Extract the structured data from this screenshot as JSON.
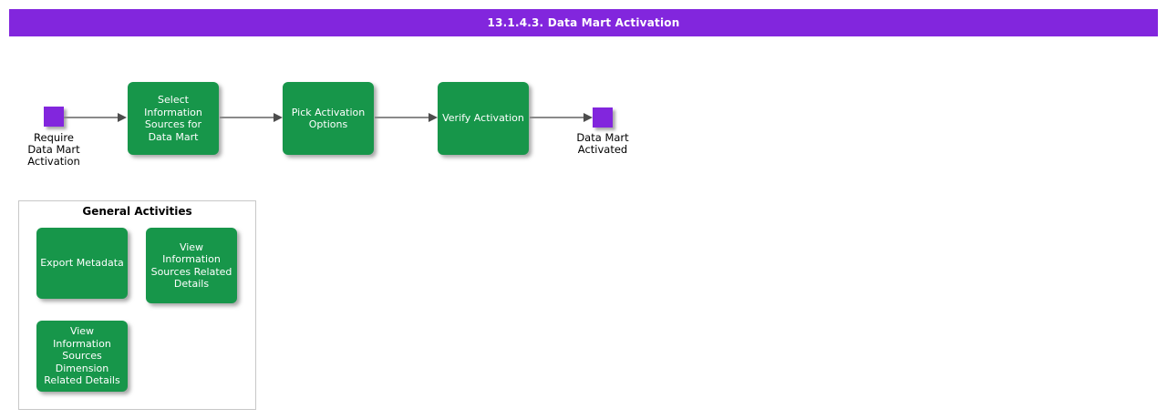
{
  "title_bar": {
    "text": "13.1.4.3. Data Mart Activation"
  },
  "colors": {
    "header_purple": "#8226DD",
    "event_purple": "#8226DD",
    "activity_green": "#17964A",
    "arrow_line_gray": "#8A8A8A",
    "arrow_head_gray": "#4D4D4D",
    "panel_border_gray": "#C8C8C8",
    "activity_text": "#FFFFFF",
    "label_text": "#000000"
  },
  "flow": {
    "start_event": {
      "label": "Require\nData Mart\nActivation"
    },
    "steps": [
      {
        "label": "Select\nInformation\nSources for\nData Mart"
      },
      {
        "label": "Pick Activation\nOptions"
      },
      {
        "label": "Verify Activation"
      }
    ],
    "end_event": {
      "label": "Data Mart\nActivated"
    }
  },
  "general_activities": {
    "title": "General Activities",
    "items": [
      {
        "label": "Export Metadata"
      },
      {
        "label": "View\nInformation\nSources Related\nDetails"
      },
      {
        "label": "View\nInformation\nSources\nDimension\nRelated Details"
      }
    ]
  }
}
